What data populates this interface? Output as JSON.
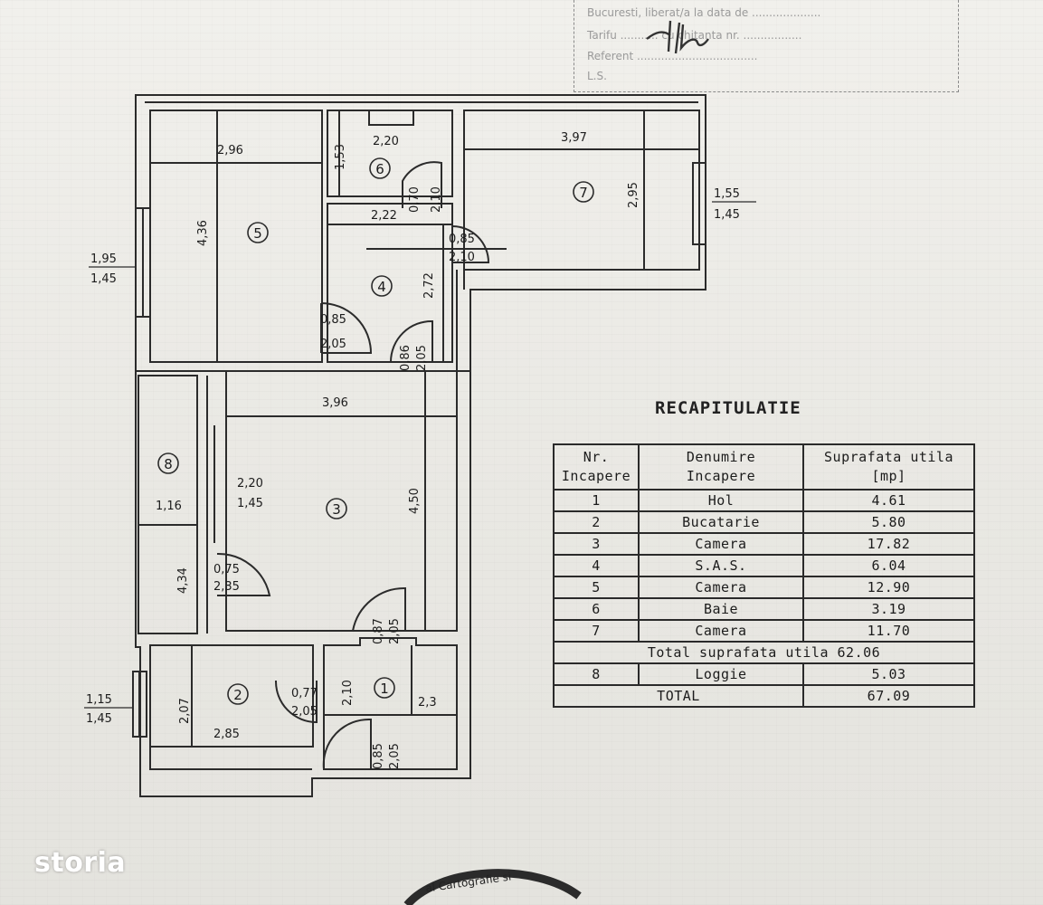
{
  "stamp": {
    "line1": "Bucuresti, liberat/a la data de ....................",
    "line2": "Tarifu ........... cu chitanta nr. .................",
    "line3": "Referent ...................................",
    "line4": "L.S."
  },
  "rooms": [
    {
      "num": "1"
    },
    {
      "num": "2"
    },
    {
      "num": "3"
    },
    {
      "num": "4"
    },
    {
      "num": "5"
    },
    {
      "num": "6"
    },
    {
      "num": "7"
    },
    {
      "num": "8"
    }
  ],
  "dims": {
    "r5_width": "2,96",
    "r5_height": "4,36",
    "r6_height": "1,53",
    "r6_width": "2,20",
    "r6_door_w": "0,70",
    "r6_door_h": "2,10",
    "r4_width": "2,22",
    "r4_height": "2,72",
    "r4_door_w": "0,85",
    "r4_door_h": "2,05",
    "r7_door_w": "0,85",
    "r7_door_h": "2,10",
    "r7_width": "3,97",
    "r7_height": "2,95",
    "win7_w": "1,55",
    "win7_h": "1,45",
    "win5_w": "1,95",
    "win5_h": "1,45",
    "r3_door_w": "0,86",
    "r3_door_h": "2,05",
    "r3_width": "3,96",
    "r3_height": "4,50",
    "win3_w": "2,20",
    "win3_h": "1,45",
    "r8_width": "1,16",
    "r8_height": "4,34",
    "r8_door_w": "0,75",
    "r8_door_h": "2,35",
    "r1_door_w": "0,87",
    "r1_door_h": "2,05",
    "r1_height": "2,10",
    "r1_width": "2,3",
    "r2_height": "2,07",
    "r2_width": "2,85",
    "r2_door_w": "0,77",
    "r2_door_h": "2,05",
    "win2_w": "1,15",
    "win2_h": "1,45",
    "entry_door_w": "0,85",
    "entry_door_h": "2,05"
  },
  "recap": {
    "title": "RECAPITULATIE",
    "headers": {
      "nr_line1": "Nr.",
      "nr_line2": "Incapere",
      "den_line1": "Denumire",
      "den_line2": "Incapere",
      "sup_line1": "Suprafata utila",
      "sup_line2": "[mp]"
    },
    "rows": [
      {
        "nr": "1",
        "name": "Hol",
        "area": "4.61"
      },
      {
        "nr": "2",
        "name": "Bucatarie",
        "area": "5.80"
      },
      {
        "nr": "3",
        "name": "Camera",
        "area": "17.82"
      },
      {
        "nr": "4",
        "name": "S.A.S.",
        "area": "6.04"
      },
      {
        "nr": "5",
        "name": "Camera",
        "area": "12.90"
      },
      {
        "nr": "6",
        "name": "Baie",
        "area": "3.19"
      },
      {
        "nr": "7",
        "name": "Camera",
        "area": "11.70"
      }
    ],
    "total_util": "Total suprafata utila 62.06",
    "loggia": {
      "nr": "8",
      "name": "Loggie",
      "area": "5.03"
    },
    "total": {
      "label": "TOTAL",
      "value": "67.09"
    }
  },
  "watermark": "storia",
  "seal": "al Cartografie si"
}
